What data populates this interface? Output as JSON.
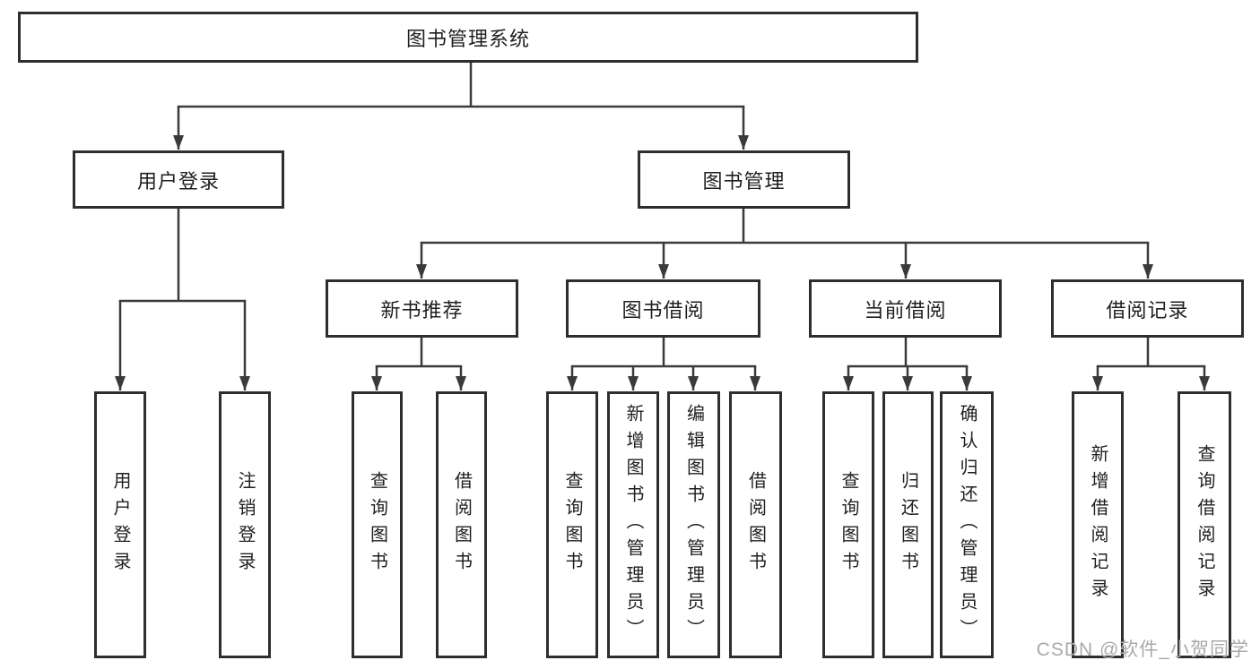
{
  "tree": {
    "root": "图书管理系统",
    "children": [
      {
        "label": "用户登录",
        "children": [
          "用户登录",
          "注销登录"
        ]
      },
      {
        "label": "图书管理",
        "children": [
          {
            "label": "新书推荐",
            "children": [
              "查询图书",
              "借阅图书"
            ]
          },
          {
            "label": "图书借阅",
            "children": [
              "查询图书",
              "新增图书（管理员）",
              "编辑图书（管理员）",
              "借阅图书"
            ]
          },
          {
            "label": "当前借阅",
            "children": [
              "查询图书",
              "归还图书",
              "确认归还（管理员）"
            ]
          },
          {
            "label": "借阅记录",
            "children": [
              "新增借阅记录",
              "查询借阅记录"
            ]
          }
        ]
      }
    ]
  },
  "watermark": {
    "text": "CSDN @软件_小贺同学"
  },
  "colors": {
    "line": "#3a3a3a",
    "box_border": "#2e2e2e",
    "box_fill": "#ffffff",
    "text": "#1f1f1f",
    "watermark": "#a9a9a9",
    "background": "#ffffff"
  }
}
